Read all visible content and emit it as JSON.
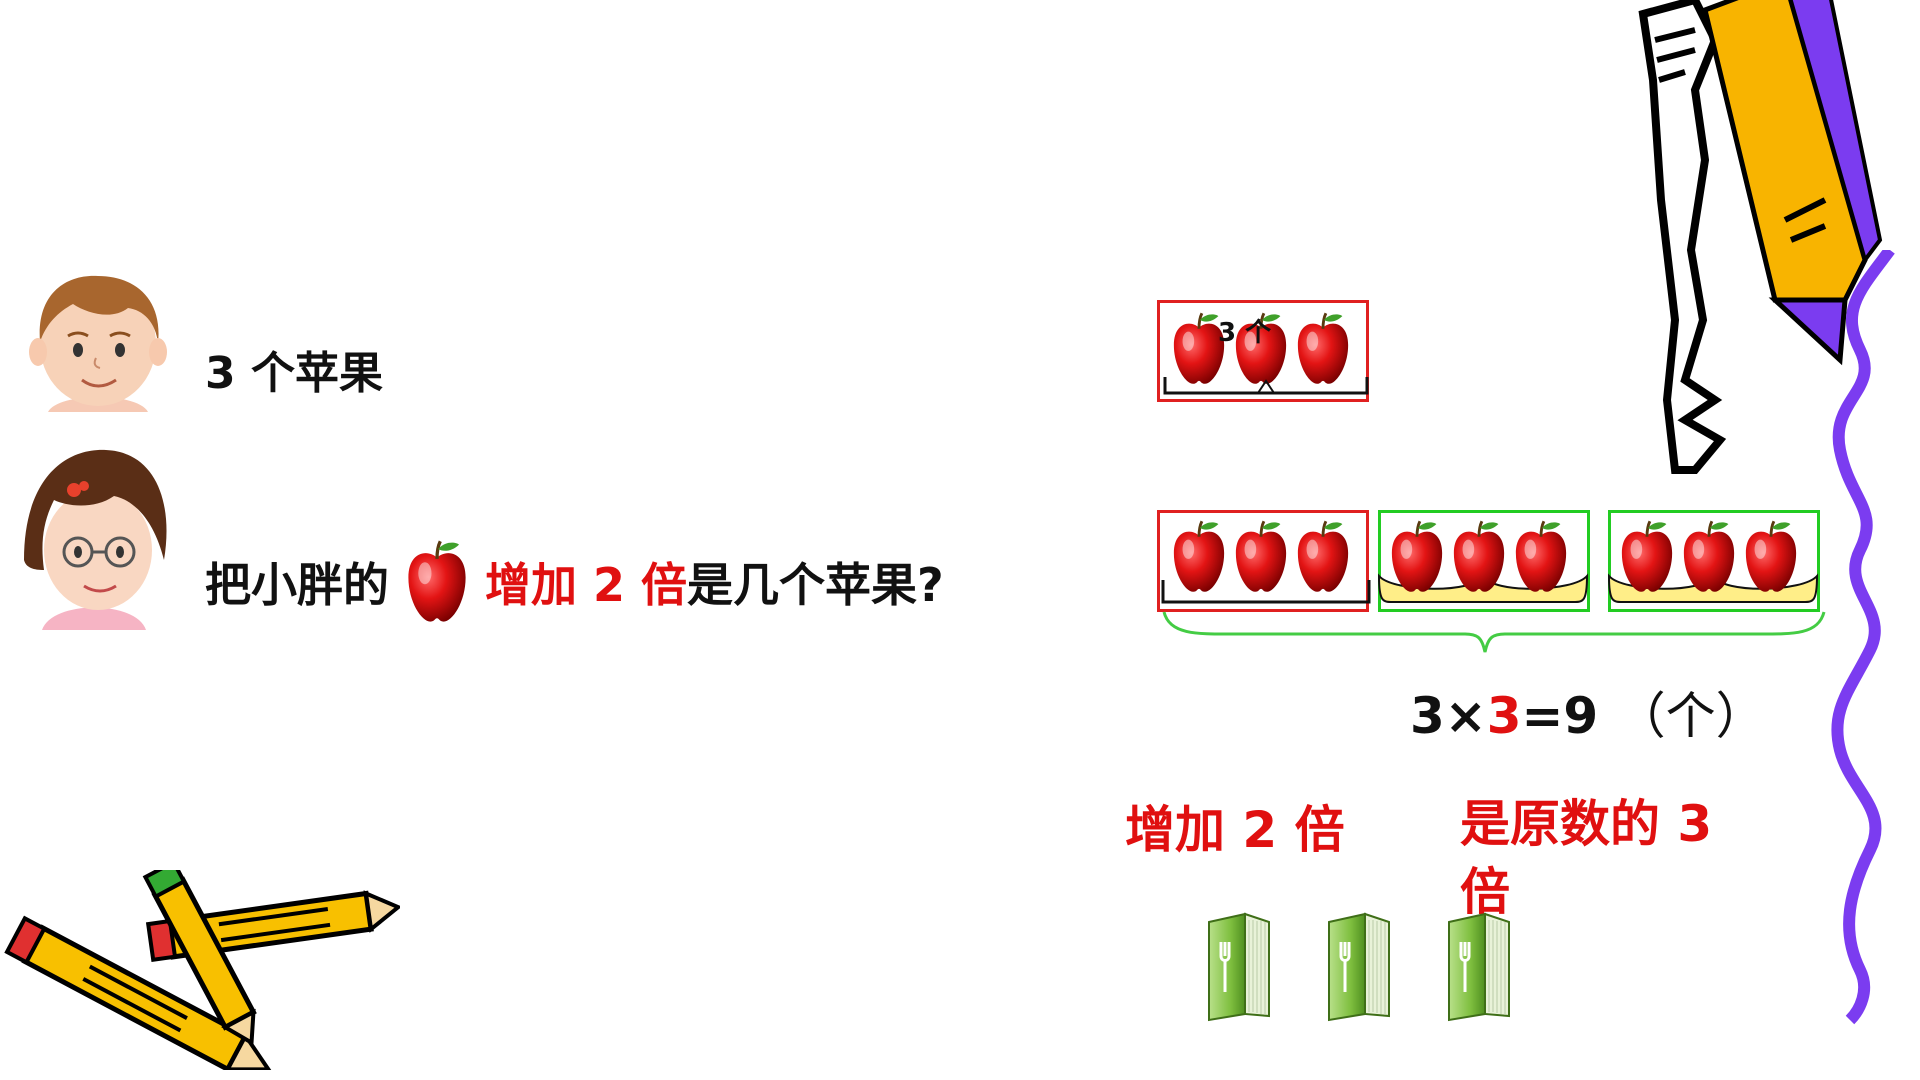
{
  "problem": {
    "line1_number": "3",
    "line1_text": "个苹果",
    "line2_prefix": "把小胖的",
    "line2_red": "增加 2 倍",
    "line2_suffix": "是几个苹果?"
  },
  "diagram": {
    "top_label": "3 个",
    "equation_left": "3×",
    "equation_mult": "3",
    "equation_right": "=9",
    "equation_unit": "（个）"
  },
  "rules": {
    "left": "增加 2 倍",
    "right": "是原数的 3 倍"
  },
  "colors": {
    "accent_red": "#e01010",
    "box_red": "#e02020",
    "box_green": "#22cc22",
    "brace_yellow": "#ffee88",
    "wavy_purple": "#7b3cf0",
    "pencil_yellow": "#f8b400"
  },
  "icons": [
    "boy-avatar-icon",
    "girl-avatar-icon",
    "apple-icon",
    "pencil-icon",
    "book-icon"
  ]
}
